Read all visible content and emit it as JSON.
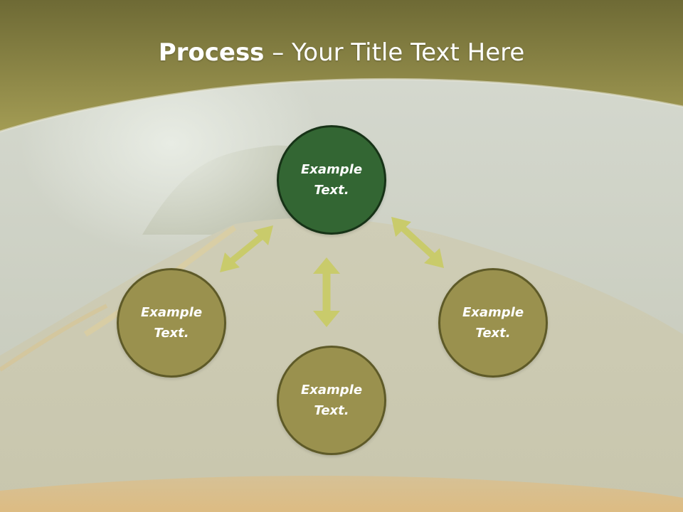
{
  "slide": {
    "title_bold": "Process",
    "title_rest": " – Your Title Text Here"
  },
  "nodes": {
    "top": {
      "text": "Example\nText."
    },
    "left": {
      "text": "Example\nText."
    },
    "bottom": {
      "text": "Example\nText."
    },
    "right": {
      "text": "Example\nText."
    }
  },
  "colors": {
    "header_band": "#8c8740",
    "center_fill": "#336633",
    "outer_fill": "#9a914e",
    "node_border": "#5e5a28",
    "arrow": "#c9cb6b",
    "title_text": "#ffffff"
  }
}
